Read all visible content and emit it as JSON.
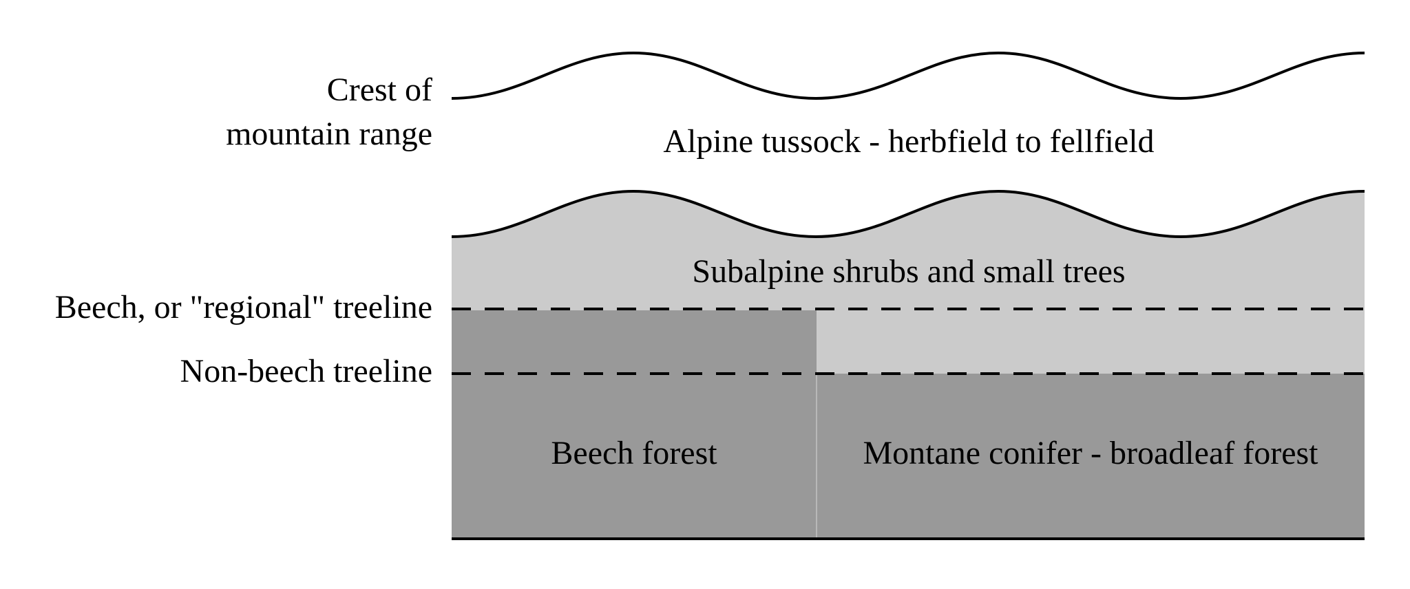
{
  "colors": {
    "background": "#ffffff",
    "subalpine_fill": "#cbcbcb",
    "forest_fill": "#999999",
    "line": "#000000"
  },
  "left_labels": {
    "crest_line1": "Crest of",
    "crest_line2": "mountain range",
    "beech_treeline": "Beech, or \"regional\" treeline",
    "non_beech_treeline": "Non-beech treeline"
  },
  "zones": {
    "alpine": "Alpine tussock - herbfield to fellfield",
    "subalpine": "Subalpine shrubs and small trees",
    "beech_forest": "Beech forest",
    "montane_forest": "Montane conifer - broadleaf forest"
  }
}
